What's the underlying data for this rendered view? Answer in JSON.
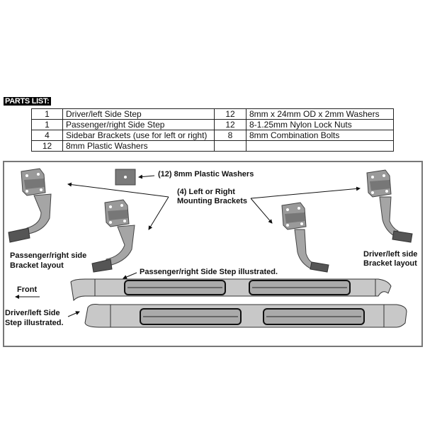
{
  "parts_list": {
    "heading": "PARTS LIST:",
    "rows": [
      {
        "qty1": "1",
        "item1": "Driver/left Side Step",
        "qty2": "12",
        "item2": "8mm x 24mm OD x 2mm Washers"
      },
      {
        "qty1": "1",
        "item1": "Passenger/right Side Step",
        "qty2": "12",
        "item2": "8-1.25mm Nylon Lock Nuts"
      },
      {
        "qty1": "4",
        "item1": "Sidebar Brackets (use for left or right)",
        "qty2": "8",
        "item2": "8mm Combination Bolts"
      },
      {
        "qty1": "12",
        "item1": "8mm Plastic Washers",
        "qty2": "",
        "item2": ""
      }
    ]
  },
  "diagram": {
    "washers_label": "(12) 8mm Plastic Washers",
    "brackets_label_1": "(4) Left or Right",
    "brackets_label_2": "Mounting Brackets",
    "passenger_layout_1": "Passenger/right side",
    "passenger_layout_2": "Bracket layout",
    "driver_layout_1": "Driver/left side",
    "driver_layout_2": "Bracket layout",
    "passenger_step": "Passenger/right Side Step illustrated.",
    "front": "Front",
    "driver_step_1": "Driver/left Side",
    "driver_step_2": "Step illustrated."
  }
}
